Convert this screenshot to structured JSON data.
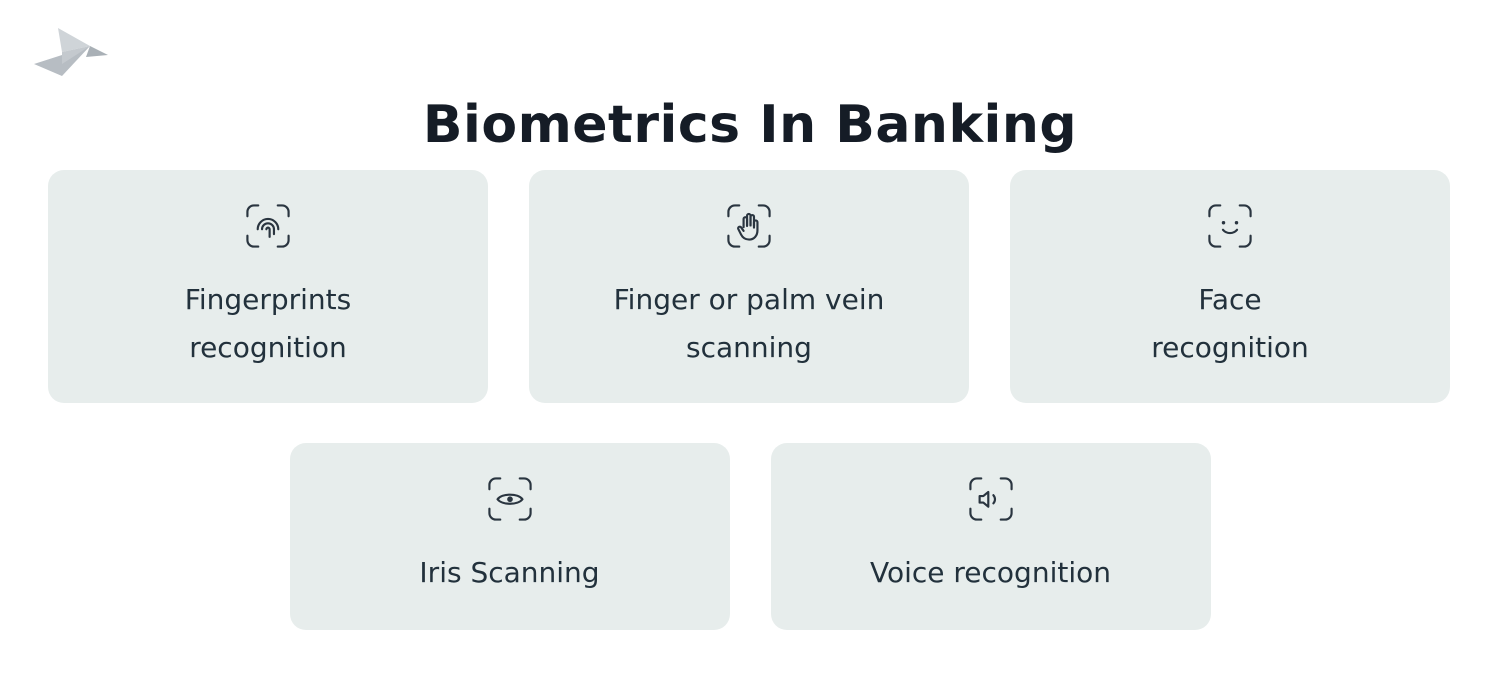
{
  "header": {
    "title": "Biometrics In Banking"
  },
  "logo": {
    "icon": "origami-bird-icon"
  },
  "colors": {
    "background": "#ffffff",
    "card_background": "#e7edec",
    "title_text": "#151c26",
    "card_text": "#22313c",
    "icon_stroke": "#2a3540",
    "logo_gray_light": "#cfd4d8",
    "logo_gray_mid": "#b7bdc3",
    "logo_gray_dark": "#a9b0b6"
  },
  "cards": [
    {
      "icon": "fingerprint-scan-icon",
      "label": "Fingerprints\nrecognition"
    },
    {
      "icon": "palm-vein-scan-icon",
      "label": "Finger or palm vein\nscanning"
    },
    {
      "icon": "face-recognition-scan-icon",
      "label": "Face\nrecognition"
    },
    {
      "icon": "iris-scan-icon",
      "label": "Iris Scanning"
    },
    {
      "icon": "voice-recognition-scan-icon",
      "label": "Voice recognition"
    }
  ]
}
